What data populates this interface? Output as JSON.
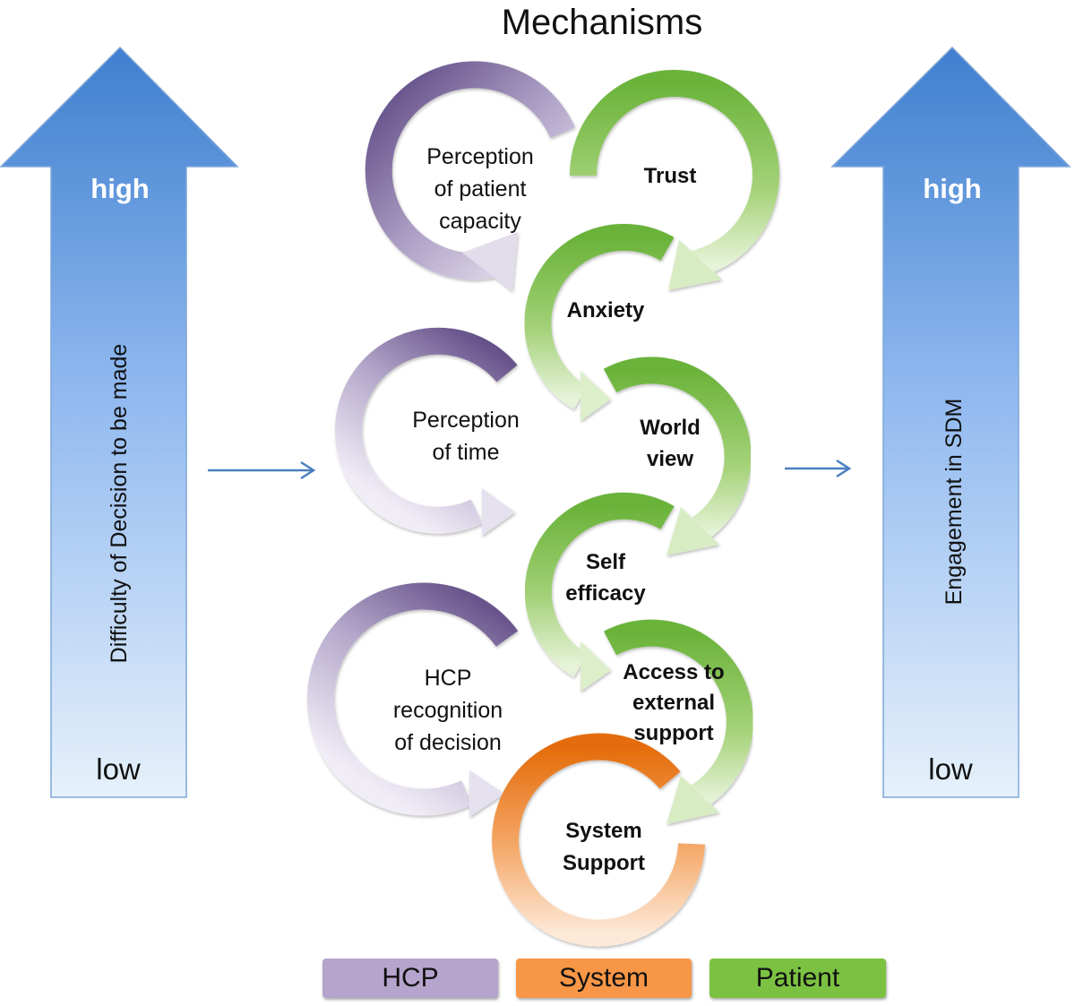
{
  "title": "Mechanisms",
  "left_arrow": {
    "high": "high",
    "low": "low",
    "label": "Difficulty of Decision to be made"
  },
  "right_arrow": {
    "high": "high",
    "low": "low",
    "label": "Engagement in SDM"
  },
  "mechanisms": {
    "perception_of_patient_capacity": [
      "Perception",
      "of patient",
      "capacity"
    ],
    "trust": [
      "Trust"
    ],
    "anxiety": [
      "Anxiety"
    ],
    "perception_of_time": [
      "Perception",
      "of time"
    ],
    "world_view": [
      "World",
      "view"
    ],
    "self_efficacy": [
      "Self",
      "efficacy"
    ],
    "hcp_recognition_of_decision": [
      "HCP",
      "recognition",
      "of decision"
    ],
    "access_to_external_support": [
      "Access to",
      "external",
      "support"
    ],
    "system_support": [
      "System",
      "Support"
    ]
  },
  "legend": {
    "hcp": "HCP",
    "system": "System",
    "patient": "Patient"
  },
  "colors": {
    "arrow_blue_top": "#3f7fce",
    "arrow_blue_bottom": "#e3f0fb",
    "hcp_purple": "#5b4680",
    "hcp_light": "#ebe6f3",
    "patient_green": "#72b83d",
    "patient_light": "#e3f1d4",
    "system_orange": "#e46c0a",
    "system_light": "#fbe2cc",
    "legend_hcp": "#b5a4cc",
    "legend_system": "#f79646",
    "legend_patient": "#7cc242"
  }
}
